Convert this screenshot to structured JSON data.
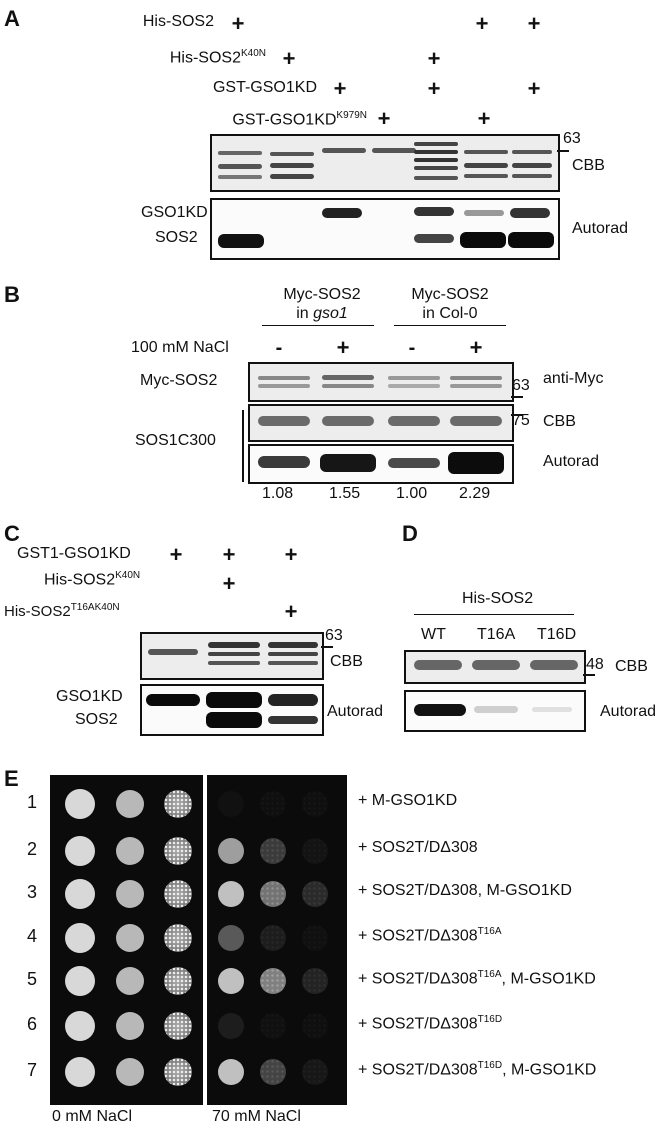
{
  "panelA": {
    "letter": "A",
    "rows": [
      {
        "prefix": "His-SOS2",
        "sup": ""
      },
      {
        "prefix": "His-SOS2",
        "sup": "K40N"
      },
      {
        "prefix": "GST-GSO1KD",
        "sup": ""
      },
      {
        "prefix": "GST-GSO1KD",
        "sup": "K979N"
      }
    ],
    "plus": "+",
    "marker": "63",
    "cbb": "CBB",
    "autorad": "Autorad",
    "band_gso1kd": "GSO1KD",
    "band_sos2": "SOS2"
  },
  "panelB": {
    "letter": "B",
    "group1_line1": "Myc-SOS2",
    "group1_line2_prefix": "in ",
    "group1_line2_italic": "gso1",
    "group2_line1": "Myc-SOS2",
    "group2_line2": "in Col-0",
    "nacl": "100 mM NaCl",
    "minus": "-",
    "plus": "+",
    "myc_sos2": "Myc-SOS2",
    "sos1c300": "SOS1C300",
    "marker63": "63",
    "marker75": "75",
    "anti_myc": "anti-Myc",
    "cbb": "CBB",
    "autorad": "Autorad",
    "quant": [
      "1.08",
      "1.55",
      "1.00",
      "2.29"
    ]
  },
  "panelC": {
    "letter": "C",
    "row1": {
      "prefix": "GST1-GSO1KD",
      "sup": ""
    },
    "row2": {
      "prefix": "His-SOS2",
      "sup": "K40N"
    },
    "row3": {
      "prefix": "His-SOS2",
      "sup": "T16AK40N"
    },
    "plus": "+",
    "marker": "63",
    "cbb": "CBB",
    "autorad": "Autorad",
    "band_gso1kd": "GSO1KD",
    "band_sos2": "SOS2"
  },
  "panelD": {
    "letter": "D",
    "header": "His-SOS2",
    "lanes": [
      "WT",
      "T16A",
      "T16D"
    ],
    "marker": "48",
    "cbb": "CBB",
    "autorad": "Autorad"
  },
  "panelE": {
    "letter": "E",
    "row_numbers": [
      "1",
      "2",
      "3",
      "4",
      "5",
      "6",
      "7"
    ],
    "constructs": [
      {
        "pre": "+ M-GSO1KD",
        "sup": "",
        "post": ""
      },
      {
        "pre": "+ SOS2T/DΔ308",
        "sup": "",
        "post": ""
      },
      {
        "pre": "+ SOS2T/DΔ308, M-GSO1KD",
        "sup": "",
        "post": ""
      },
      {
        "pre": "+ SOS2T/DΔ308",
        "sup": "T16A",
        "post": ""
      },
      {
        "pre": "+ SOS2T/DΔ308",
        "sup": "T16A",
        "post": ", M-GSO1KD"
      },
      {
        "pre": "+ SOS2T/DΔ308",
        "sup": "T16D",
        "post": ""
      },
      {
        "pre": "+ SOS2T/DΔ308",
        "sup": "T16D",
        "post": ", M-GSO1KD"
      }
    ],
    "growth_70mM": [
      [
        0.08,
        0.0,
        0.0
      ],
      [
        0.85,
        0.45,
        0.15
      ],
      [
        0.95,
        0.7,
        0.35
      ],
      [
        0.6,
        0.25,
        0.05
      ],
      [
        0.95,
        0.75,
        0.3
      ],
      [
        0.25,
        0.05,
        0.0
      ],
      [
        0.95,
        0.5,
        0.2
      ]
    ],
    "plate1": "0 mM NaCl",
    "plate2": "70 mM NaCl"
  }
}
